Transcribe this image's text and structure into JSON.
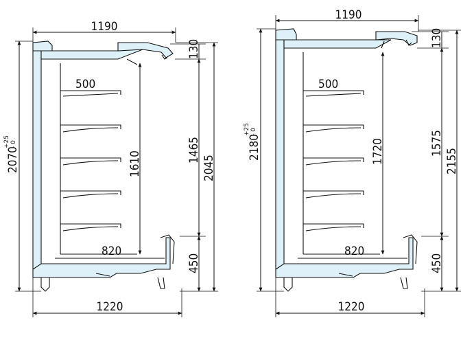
{
  "diagram": {
    "left": {
      "top_width": "1190",
      "bottom_width": "1220",
      "total_height": "2070",
      "tol_plus": "+25",
      "tol_minus": "- 0",
      "canopy": "130",
      "opening": "1465",
      "overall": "2045",
      "interior": "1610",
      "shelf_depth": "500",
      "base_depth": "820",
      "base_height": "450"
    },
    "right": {
      "top_width": "1190",
      "bottom_width": "1220",
      "total_height": "2180",
      "tol_plus": "+25",
      "tol_minus": "- 0",
      "canopy": "130",
      "opening": "1575",
      "overall": "2155",
      "interior": "1720",
      "shelf_depth": "500",
      "base_depth": "820",
      "base_height": "450"
    }
  }
}
